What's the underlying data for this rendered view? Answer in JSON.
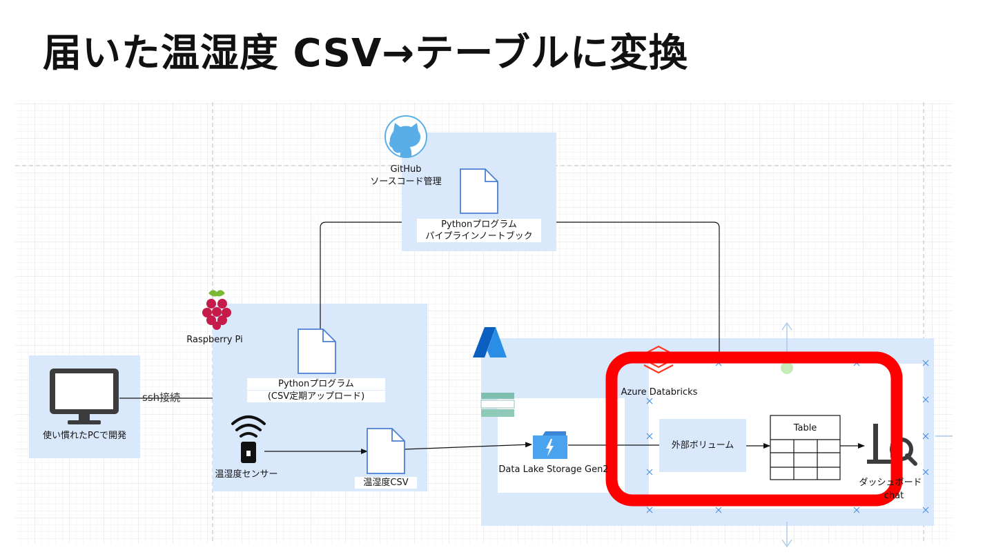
{
  "slide": {
    "title": "届いた温湿度 CSV→テーブルに変換"
  },
  "pc": {
    "label": "使い慣れたPCで開発"
  },
  "ssh": {
    "label": "ssh接続"
  },
  "raspberry": {
    "label": "Raspberry Pi"
  },
  "raspi_program": {
    "line1": "Pythonプログラム",
    "line2": "(CSV定期アップロード)"
  },
  "sensor": {
    "label": "温湿度センサー"
  },
  "csv_file": {
    "label": "温湿度CSV"
  },
  "github": {
    "line1": "GitHub",
    "line2": "ソースコード管理"
  },
  "gh_program": {
    "line1": "Pythonプログラム",
    "line2": "パイプラインノートブック"
  },
  "datalake": {
    "label": "Data Lake Storage Gen2"
  },
  "databricks": {
    "label": "Azure Databricks"
  },
  "volume": {
    "label": "外部ボリューム"
  },
  "table": {
    "label": "Table"
  },
  "dashboard": {
    "line1": "ダッシュボード",
    "line2": "chat"
  },
  "colors": {
    "group_fill": "#dae8fc",
    "highlight": "#ff0000",
    "azure_blue": "#0078d4",
    "databricks_red": "#ff3621",
    "github_blue": "#5aaee8",
    "file_blue": "#4a7fd4"
  }
}
